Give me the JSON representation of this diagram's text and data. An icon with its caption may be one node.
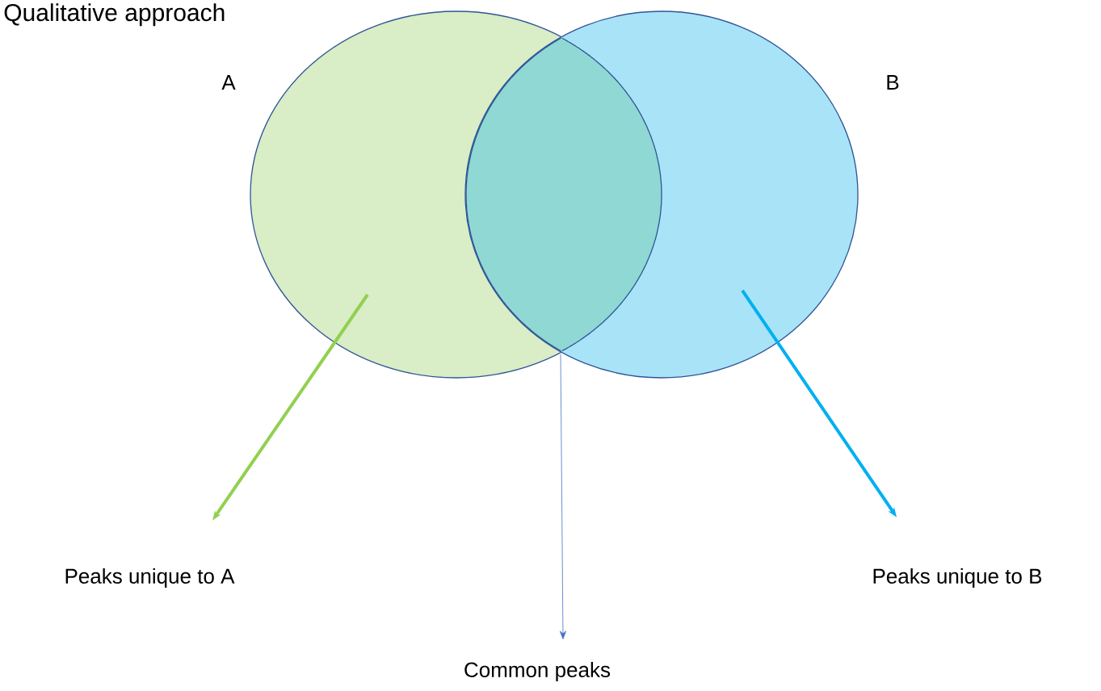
{
  "diagram": {
    "title": "Qualitative approach",
    "nodes": [
      {
        "text": [
          "A"
        ]
      },
      {
        "text": [
          "B"
        ]
      },
      {
        "text": [],
        "shape": "lens"
      },
      {
        "text": [
          "Peaks unique to A"
        ]
      },
      {
        "text": [
          "Common peaks"
        ]
      },
      {
        "text": [
          "Peaks unique to B"
        ]
      }
    ],
    "edges": [
      {
        "from": 0,
        "to": 3,
        "arrow": "to",
        "color": "#92d050"
      },
      {
        "from": 2,
        "to": 4,
        "arrow": "to",
        "color": "#4472c4"
      },
      {
        "from": 1,
        "to": 5,
        "arrow": "to",
        "color": "#00b0f0"
      }
    ]
  }
}
